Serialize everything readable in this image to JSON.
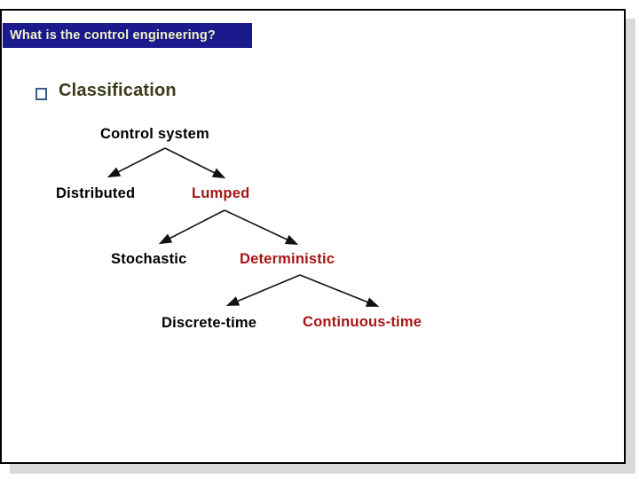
{
  "slide": {
    "background": "#ffffff",
    "border_color": "#000000",
    "shadow_color": "#d9d9d9"
  },
  "header": {
    "title": "What is the control engineering?",
    "background": "#1a1a8c",
    "text_color": "#f2f2c8"
  },
  "section": {
    "heading": "Classification",
    "heading_color": "#3a3a1c",
    "bullet_icon": "square-outline-bullet",
    "bullet_color": "#3b5a8f"
  },
  "tree": {
    "edge_color": "#111111",
    "nodes": [
      {
        "label": "Control system",
        "color": "#000000"
      },
      {
        "label": "Distributed",
        "color": "#000000"
      },
      {
        "label": "Lumped",
        "color": "#a81414"
      },
      {
        "label": "Stochastic",
        "color": "#000000"
      },
      {
        "label": "Deterministic",
        "color": "#a81414"
      },
      {
        "label": "Discrete-time",
        "color": "#000000"
      },
      {
        "label": "Continuous-time",
        "color": "#a81414"
      }
    ],
    "edges": [
      {
        "from": "Control system",
        "to": "Distributed"
      },
      {
        "from": "Control system",
        "to": "Lumped"
      },
      {
        "from": "Lumped",
        "to": "Stochastic"
      },
      {
        "from": "Lumped",
        "to": "Deterministic"
      },
      {
        "from": "Deterministic",
        "to": "Discrete-time"
      },
      {
        "from": "Deterministic",
        "to": "Continuous-time"
      }
    ]
  }
}
